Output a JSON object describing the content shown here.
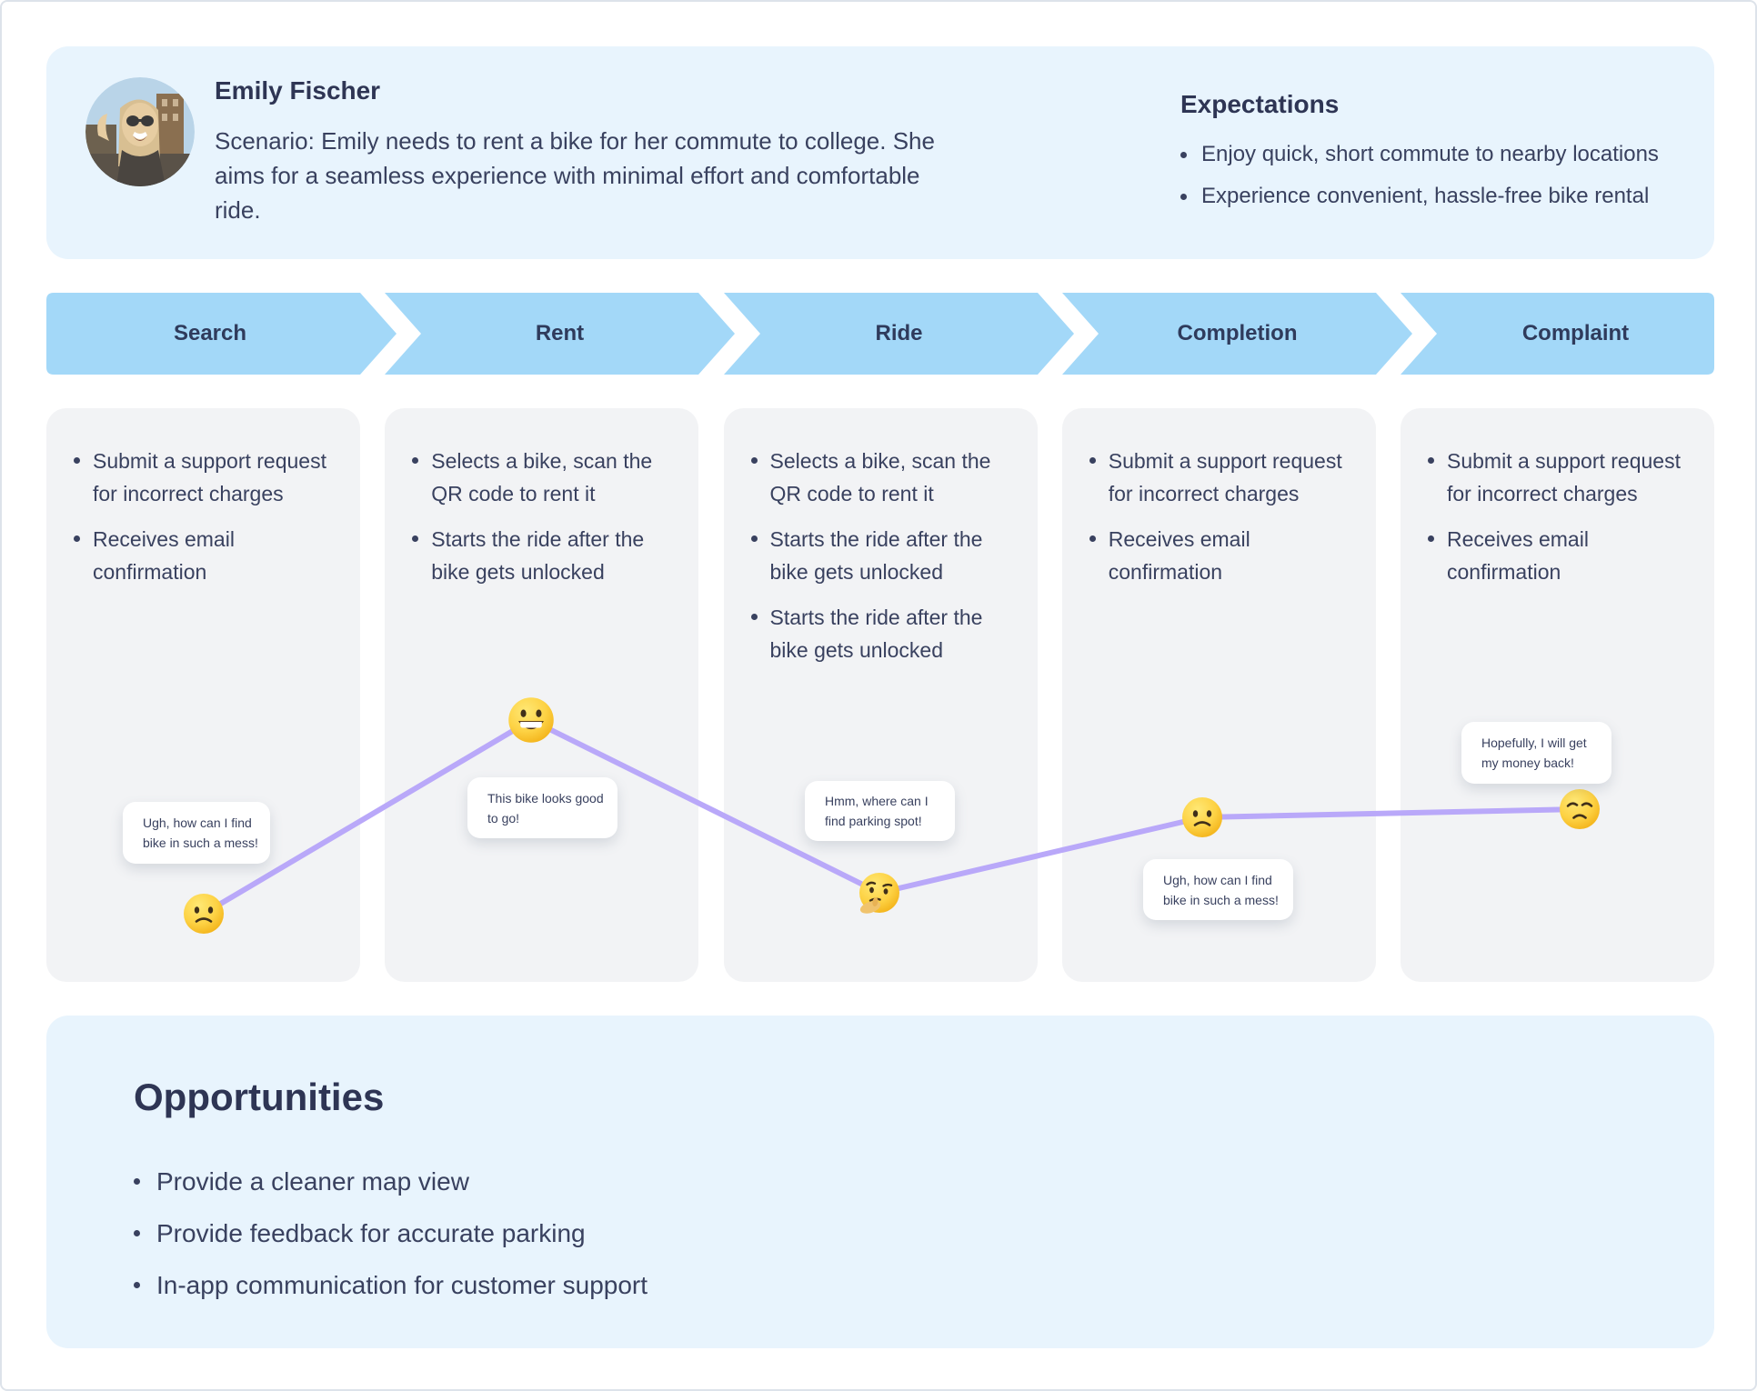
{
  "persona": {
    "name": "Emily Fischer",
    "scenario": "Scenario: Emily needs to rent a bike for her commute to college. She aims for a seamless experience with minimal effort and comfortable ride.",
    "avatar": "photo-of-emily-smiling-outdoors",
    "expectations": {
      "title": "Expectations",
      "items": [
        "Enjoy quick, short commute to nearby locations",
        "Experience convenient, hassle-free bike rental"
      ]
    }
  },
  "stages": [
    {
      "label": "Search",
      "actions": [
        "Submit a support request for incorrect charges",
        "Receives email confirmation"
      ],
      "emoji": "slightly-frowning-face",
      "quote": "Ugh, how can I find bike in such a mess!"
    },
    {
      "label": "Rent",
      "actions": [
        "Selects a bike, scan the QR code to rent it",
        "Starts the ride after the bike gets unlocked"
      ],
      "emoji": "grinning-face",
      "quote": "This bike looks good to go!"
    },
    {
      "label": "Ride",
      "actions": [
        "Selects a bike, scan the QR code to rent it",
        "Starts the ride after the bike gets unlocked",
        "Starts the ride after the bike gets unlocked"
      ],
      "emoji": "thinking-face",
      "quote": "Hmm, where can I find parking spot!"
    },
    {
      "label": "Completion",
      "actions": [
        "Submit a support request for incorrect charges",
        "Receives email confirmation"
      ],
      "emoji": "slightly-frowning-face",
      "quote": "Ugh, how can I find bike in such a mess!"
    },
    {
      "label": "Complaint",
      "actions": [
        "Submit a support request for incorrect charges",
        "Receives email confirmation"
      ],
      "emoji": "disappointed-face",
      "quote": "Hopefully, I will get my money back!"
    }
  ],
  "opportunities": {
    "title": "Opportunities",
    "items": [
      "Provide a cleaner map view",
      "Provide feedback for accurate parking",
      "In-app communication for customer support"
    ]
  },
  "colors": {
    "header_bg": "#e8f4fd",
    "arrow_bg": "#a3d8f8",
    "card_bg": "#f2f3f5",
    "mood_line": "#b9a8f9",
    "text_navy": "#39415f",
    "heading_navy": "#2e3554",
    "bubble_bg": "#ffffff"
  }
}
